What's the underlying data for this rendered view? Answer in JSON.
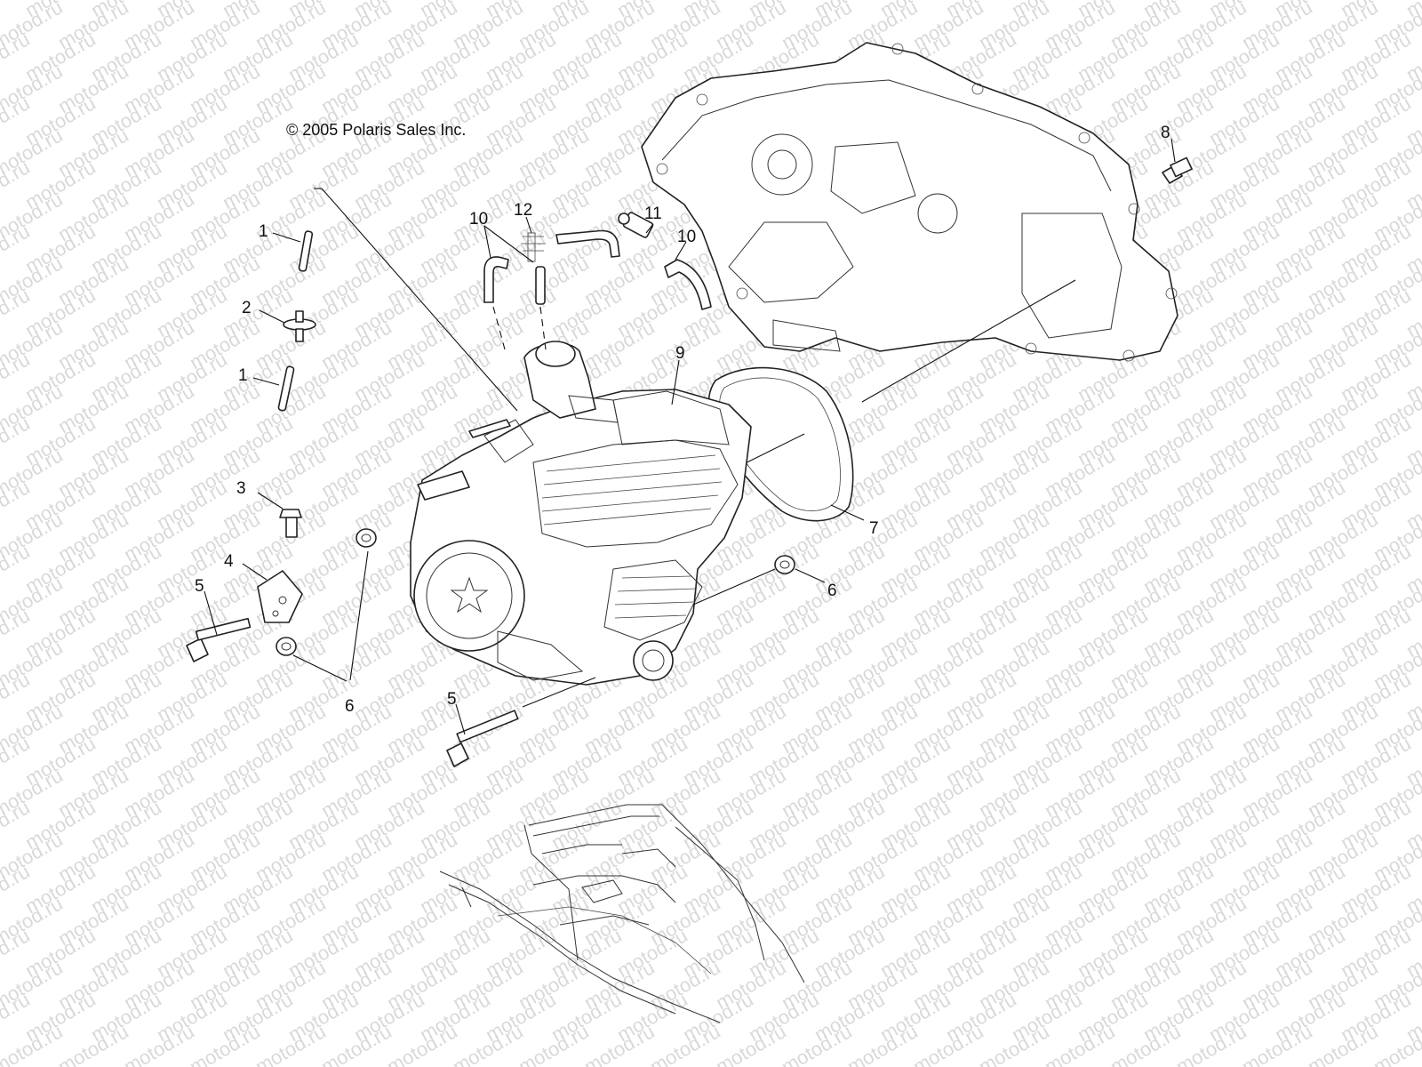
{
  "copyright": "© 2005 Polaris Sales Inc.",
  "watermark": "motod.ru",
  "callouts": {
    "c1a": "1",
    "c1b": "1",
    "c2": "2",
    "c3": "3",
    "c4": "4",
    "c5a": "5",
    "c5b": "5",
    "c6a": "6",
    "c6b": "6",
    "c7": "7",
    "c8": "8",
    "c9": "9",
    "c10a": "10",
    "c10b": "10",
    "c11": "11",
    "c12": "12"
  },
  "colors": {
    "ink": "#111111",
    "watermark": "#d9d9d9",
    "background": "#ffffff"
  }
}
